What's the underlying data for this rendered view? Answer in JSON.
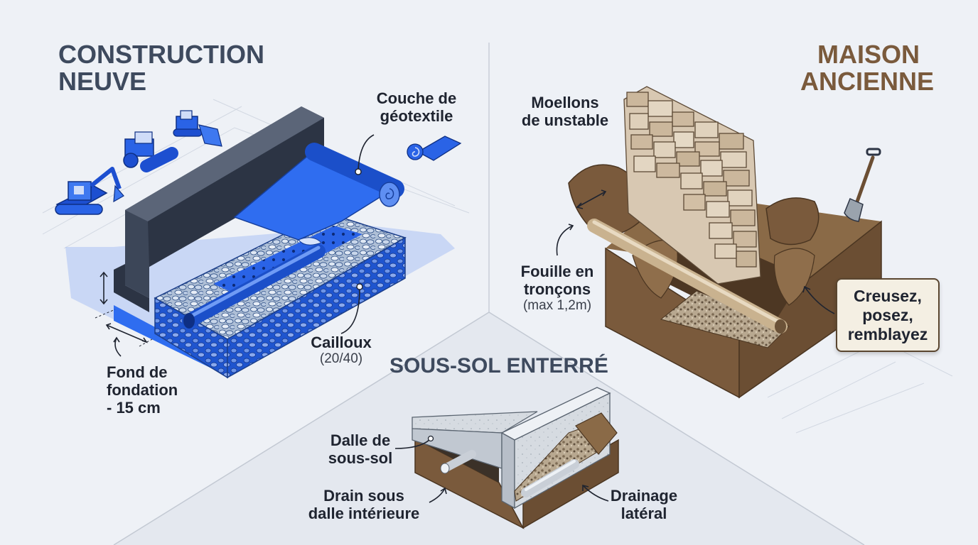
{
  "sections": {
    "new_construction": {
      "title_line1": "CONSTRUCTION",
      "title_line2": "NEUVE",
      "title_color": "#3e4a5e",
      "labels": {
        "geotextile_line1": "Couche de",
        "geotextile_line2": "géotextile",
        "gravel": "Cailloux",
        "gravel_size": "(20/40)",
        "foundation_line1": "Fond de",
        "foundation_line2": "fondation",
        "foundation_line3": "- 15 cm"
      }
    },
    "old_house": {
      "title_line1": "MAISON",
      "title_line2": "ANCIENNE",
      "title_color": "#7a5a3c",
      "labels": {
        "rubble_line1": "Moellons",
        "rubble_line2": "de unstable",
        "trench_line1": "Fouille en",
        "trench_line2": "tronçons",
        "trench_max": "(max 1,2m)",
        "callout": "Creusez,\nposez,\nremblayez"
      }
    },
    "basement": {
      "title": "SOUS-SOL ENTERRÉ",
      "title_color": "#3e4a5e",
      "labels": {
        "slab_line1": "Dalle de",
        "slab_line2": "sous-sol",
        "drain_line1": "Drain sous",
        "drain_line2": "dalle intérieure",
        "lateral_line1": "Drainage",
        "lateral_line2": "latéral"
      }
    }
  },
  "colors": {
    "membrane_blue": "#2f6df0",
    "wall_dark": "#3c4658",
    "soil_brown": "#8a6a47",
    "stone_beige": "#d8c8b2",
    "concrete_gray": "#cfd5dc"
  },
  "icons": [
    "excavator-icon",
    "roller-icon",
    "bulldozer-icon",
    "geotextile-roll-icon",
    "shovel-icon"
  ]
}
